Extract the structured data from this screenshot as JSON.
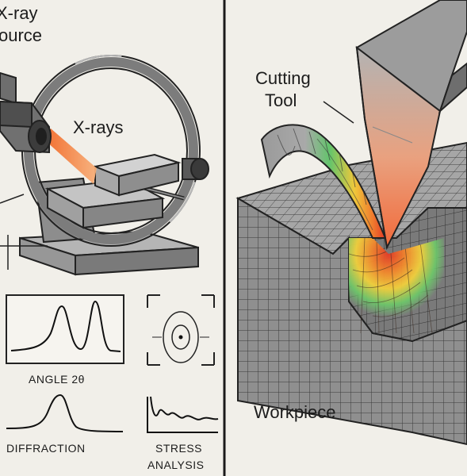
{
  "labels": {
    "xray_source_line1": "X-ray",
    "xray_source_line2": "ource",
    "xrays": "X-rays",
    "angle": "ANGLE 2θ",
    "diffraction": "DIFFRACTION",
    "stress_line1": "STRESS",
    "stress_line2": "ANALYSIS",
    "cutting_line1": "Cutting",
    "cutting_line2": "Tool",
    "workpiece": "Workpiece"
  },
  "colors": {
    "background": "#f1efe9",
    "metal_dark": "#6f6f6f",
    "metal_mid": "#9a9a9a",
    "metal_light": "#c8c8c8",
    "beam": "#f08a3c",
    "heat_hot": "#e8402a",
    "heat_warm": "#f5a623",
    "heat_mid": "#e6e14a",
    "heat_cool": "#5ec46a"
  }
}
